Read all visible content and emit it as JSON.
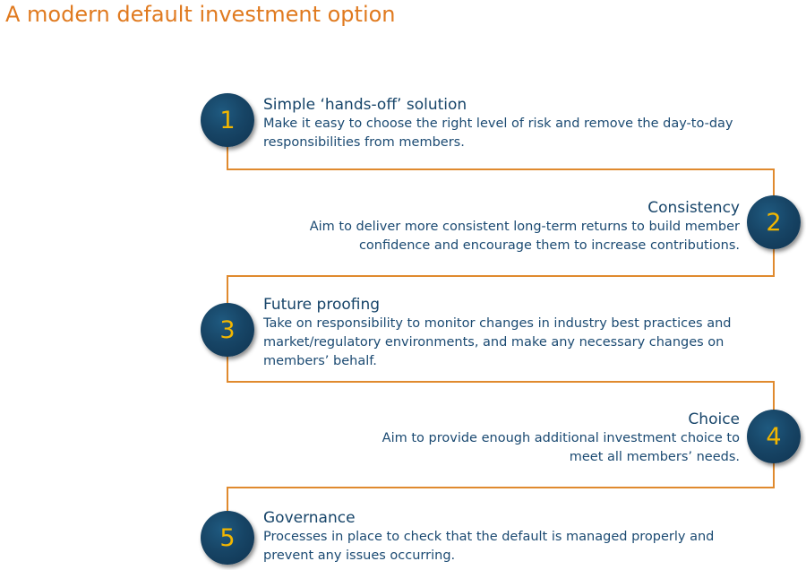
{
  "title": "A modern default investment option",
  "colors": {
    "title": "#e07a1f",
    "connector": "#e08a2e",
    "circle": "#174566",
    "number": "#f2b600",
    "text": "#1b4a72"
  },
  "steps": [
    {
      "number": "1",
      "heading": "Simple ‘hands-off’ solution",
      "lines": [
        "Make it easy to choose the right level of risk and remove the day-to-day",
        "responsibilities from members."
      ]
    },
    {
      "number": "2",
      "heading": "Consistency",
      "lines": [
        "Aim to deliver more consistent long-term returns to build member",
        "confidence and encourage them to increase contributions."
      ]
    },
    {
      "number": "3",
      "heading": "Future proofing",
      "lines": [
        "Take on responsibility to monitor changes in industry best practices and",
        "market/regulatory environments, and make any necessary changes on",
        "members’ behalf."
      ]
    },
    {
      "number": "4",
      "heading": "Choice",
      "lines": [
        "Aim to provide enough additional investment choice to",
        "meet all members’ needs."
      ]
    },
    {
      "number": "5",
      "heading": "Governance",
      "lines": [
        "Processes in place to check that the default is managed properly and",
        "prevent any issues occurring."
      ]
    }
  ]
}
